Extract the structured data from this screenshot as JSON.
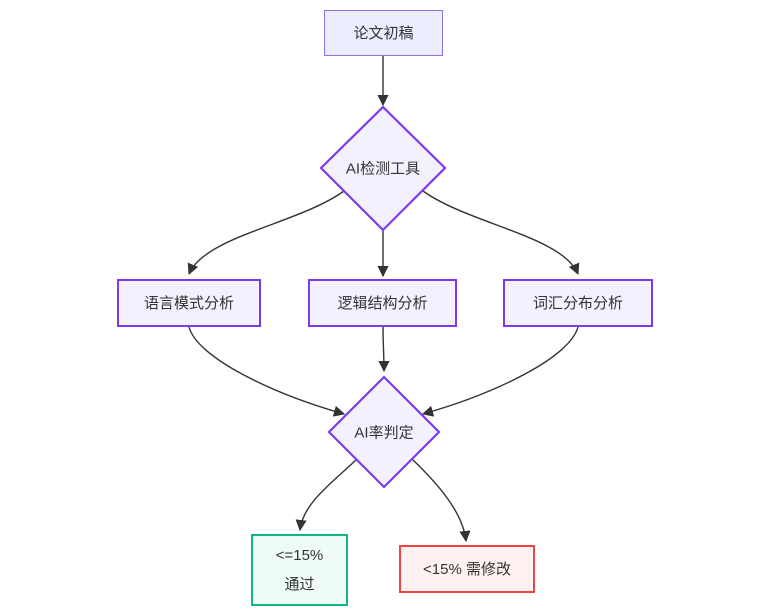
{
  "diagram": {
    "type": "flowchart",
    "direction": "top-down",
    "nodes": {
      "draft": {
        "label": "论文初稿",
        "shape": "rectangle"
      },
      "detect": {
        "label": "AI检测工具",
        "shape": "diamond"
      },
      "lang": {
        "label": "语言模式分析",
        "shape": "rectangle"
      },
      "logic": {
        "label": "逻辑结构分析",
        "shape": "rectangle"
      },
      "vocab": {
        "label": "词汇分布分析",
        "shape": "rectangle"
      },
      "judge": {
        "label": "AI率判定",
        "shape": "diamond"
      },
      "pass": {
        "line1": "<=15%",
        "line2": "通过",
        "shape": "rectangle"
      },
      "revise": {
        "label": "<15% 需修改",
        "shape": "rectangle"
      }
    },
    "edges": [
      {
        "from": "draft",
        "to": "detect"
      },
      {
        "from": "detect",
        "to": "lang"
      },
      {
        "from": "detect",
        "to": "logic"
      },
      {
        "from": "detect",
        "to": "vocab"
      },
      {
        "from": "lang",
        "to": "judge"
      },
      {
        "from": "logic",
        "to": "judge"
      },
      {
        "from": "vocab",
        "to": "judge"
      },
      {
        "from": "judge",
        "to": "pass"
      },
      {
        "from": "judge",
        "to": "revise"
      }
    ],
    "colors": {
      "edge_color": "#333333",
      "text_color": "#333333",
      "node_fill": "#ECECFF",
      "node_border": "#9370DB",
      "accent_fill": "#F4F1FE",
      "accent_border": "#7C3AED",
      "pass_fill": "#EFFBF5",
      "pass_border": "#10B981",
      "fail_fill": "#FDF1F1",
      "fail_border": "#EF4444"
    }
  }
}
